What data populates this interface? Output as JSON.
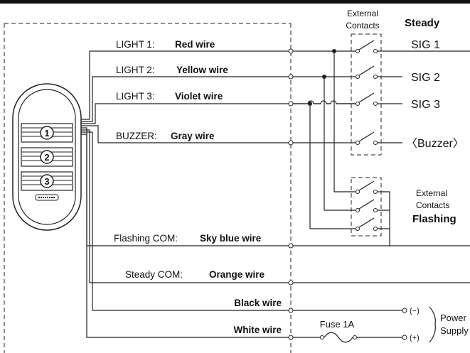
{
  "header": {
    "external_contacts_top": [
      "External",
      "Contacts"
    ],
    "steady": "Steady"
  },
  "wires": {
    "light1_prefix": "LIGHT 1:",
    "light1_name": "Red wire",
    "light2_prefix": "LIGHT 2:",
    "light2_name": "Yellow wire",
    "light3_prefix": "LIGHT 3:",
    "light3_name": "Violet wire",
    "buzzer_prefix": "BUZZER:",
    "buzzer_name": "Gray wire",
    "flashing_prefix": "Flashing COM:",
    "flashing_name": "Sky blue wire",
    "steady_prefix": "Steady COM:",
    "steady_name": "Orange wire",
    "black_name": "Black wire",
    "white_name": "White wire"
  },
  "outputs": {
    "sig1": "SIG 1",
    "sig2": "SIG 2",
    "sig3": "SIG 3",
    "buzzer": "〈Buzzer〉"
  },
  "flashing_block": {
    "line1": "External",
    "line2": "Contacts",
    "line3": "Flashing"
  },
  "device": {
    "buttons": [
      "1",
      "2",
      "3"
    ]
  },
  "power": {
    "fuse": "Fuse 1A",
    "neg": "(−)",
    "pos": "(+)",
    "label_line1": "Power",
    "label_line2": "Supply"
  }
}
